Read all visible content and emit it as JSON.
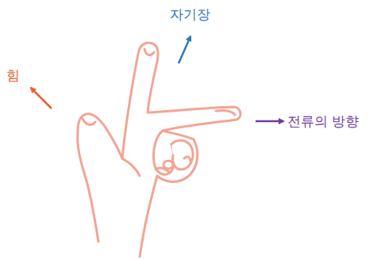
{
  "diagram": {
    "labels": [
      "자기장",
      "힘",
      "전류의 방향"
    ]
  }
}
